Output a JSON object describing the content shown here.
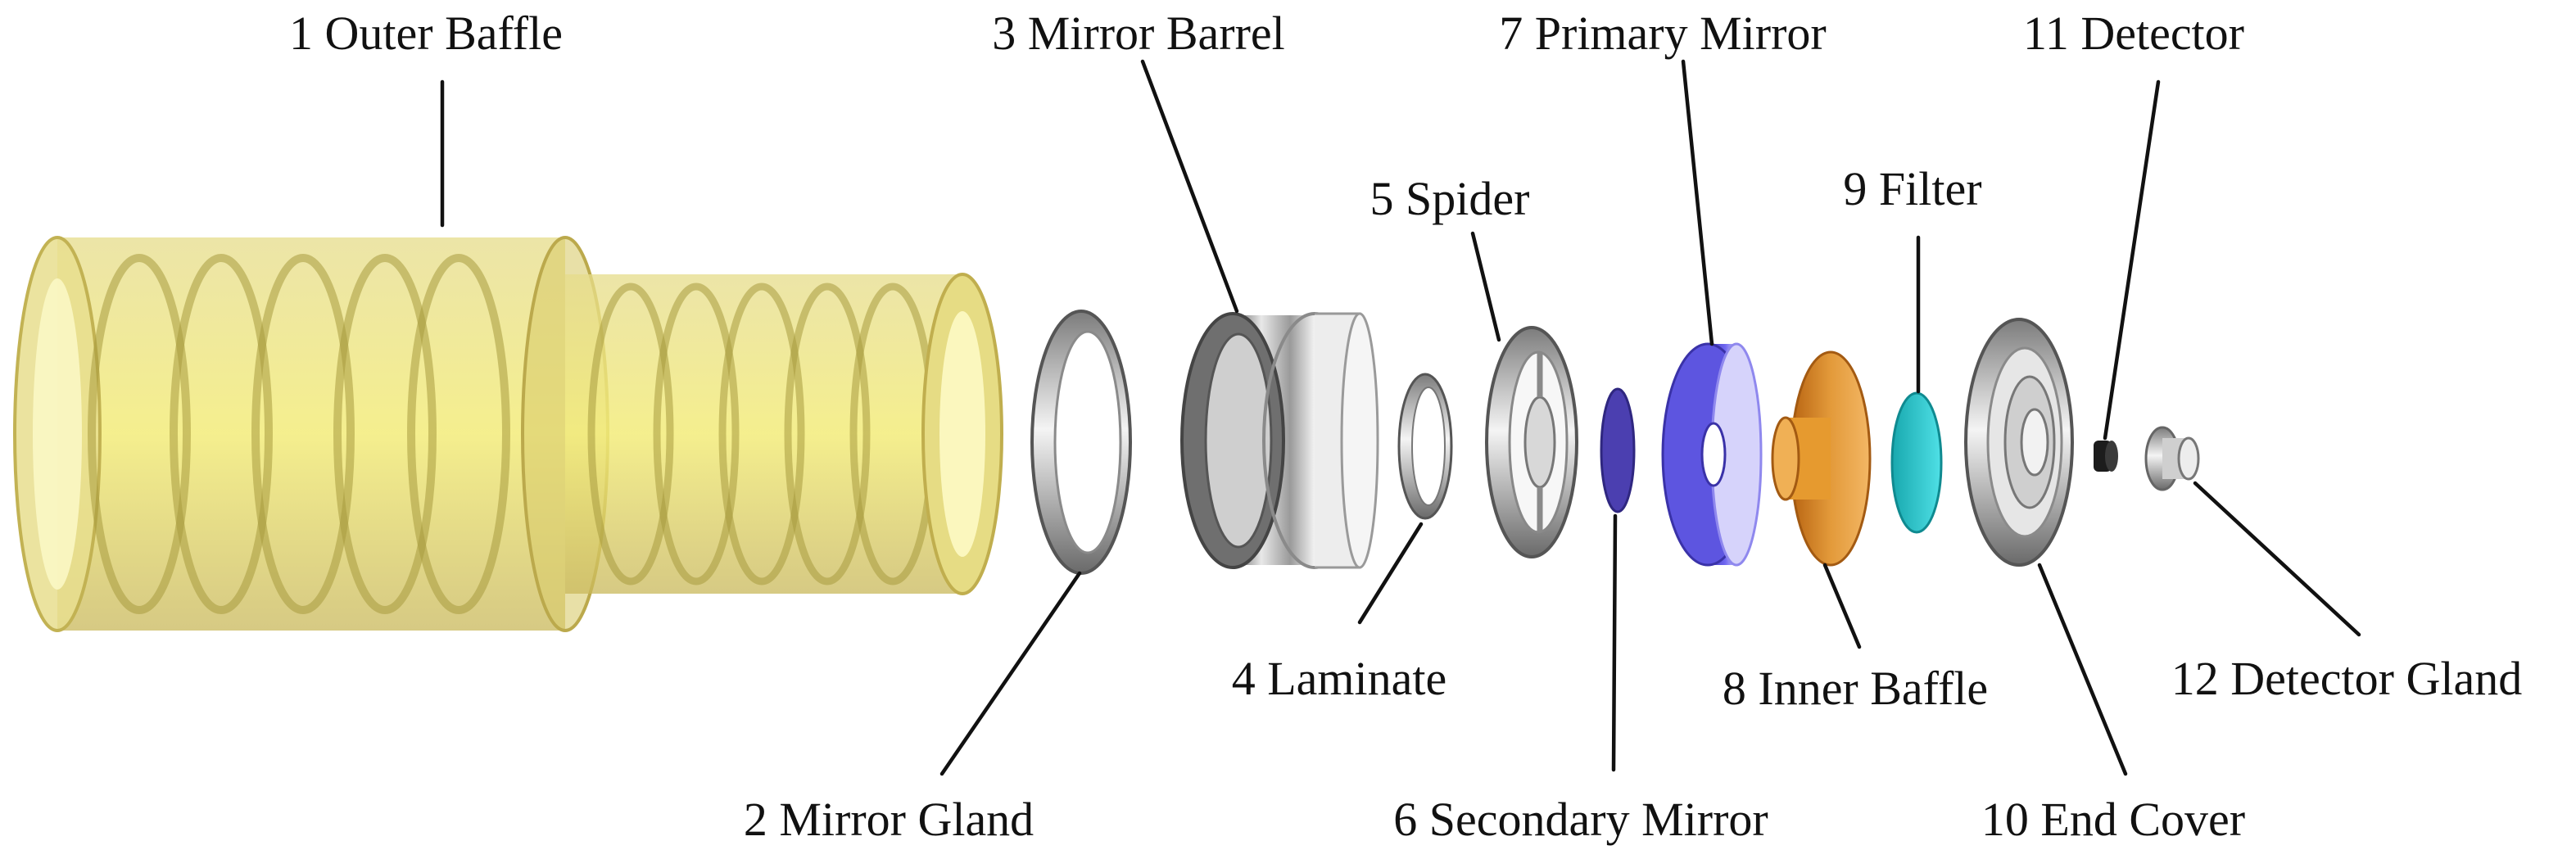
{
  "components": [
    {
      "id": "outer-baffle",
      "label": "1 Outer Baffle",
      "color": "#D8C85A"
    },
    {
      "id": "mirror-gland",
      "label": "2 Mirror Gland",
      "color": "#A9A9A9"
    },
    {
      "id": "mirror-barrel",
      "label": "3 Mirror Barrel",
      "color": "#9A9A9A"
    },
    {
      "id": "laminate",
      "label": "4 Laminate",
      "color": "#9C9C9C"
    },
    {
      "id": "spider",
      "label": "5 Spider",
      "color": "#ABABAB"
    },
    {
      "id": "secondary-mirror",
      "label": "6 Secondary Mirror",
      "color": "#4B3FB0"
    },
    {
      "id": "primary-mirror",
      "label": "7 Primary Mirror",
      "color": "#5D55E0"
    },
    {
      "id": "inner-baffle",
      "label": "8 Inner Baffle",
      "color": "#D8821C"
    },
    {
      "id": "filter",
      "label": "9 Filter",
      "color": "#27C7CC"
    },
    {
      "id": "end-cover",
      "label": "10 End Cover",
      "color": "#A2A2A2"
    },
    {
      "id": "detector",
      "label": "11 Detector",
      "color": "#1C1C1C"
    },
    {
      "id": "detector-gland",
      "label": "12 Detector Gland",
      "color": "#B4B4B4"
    }
  ]
}
